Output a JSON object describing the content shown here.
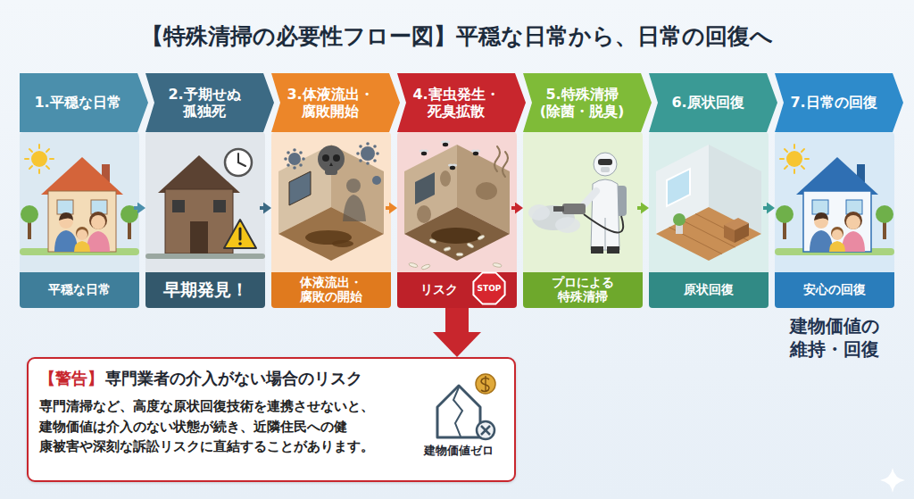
{
  "diagram": {
    "title": "【特殊清掃の必要性フロー図】平穏な日常から、日常の回復へ",
    "nodes": [
      {
        "text": [
          "1.平穏な日常",
          "平穏な日常"
        ]
      },
      {
        "text": [
          "2.予期せぬ 孤独死",
          "早期発見！"
        ]
      },
      {
        "text": [
          "3.体液流出・ 腐敗開始",
          "体液流出・ 腐敗の開始"
        ]
      },
      {
        "text": [
          "4.害虫発生・ 死臭拡散",
          "リスク"
        ]
      },
      {
        "text": [
          "5.特殊清掃 (除菌・脱臭)",
          "プロによる 特殊清掃"
        ]
      },
      {
        "text": [
          "6.原状回復",
          "原状回復"
        ]
      },
      {
        "text": [
          "7.日常の回復",
          "安心の回復"
        ]
      },
      {
        "text": [
          "【警告】",
          "専門業者の介入がない場合のリスク",
          "専門清掃など、高度な原状回復技術を連携させないと、 建物価値は介入のない状態が続き、近隣住民への健 康被害や深刻な訴訟リスクに直結することがあります。",
          "建物価値ゼロ"
        ]
      }
    ],
    "edges": [
      {
        "from": 0,
        "to": 1,
        "arrow": "to"
      },
      {
        "from": 1,
        "to": 2,
        "arrow": "to"
      },
      {
        "from": 2,
        "to": 3,
        "arrow": "to"
      },
      {
        "from": 3,
        "to": 4,
        "arrow": "to"
      },
      {
        "from": 4,
        "to": 5,
        "arrow": "to"
      },
      {
        "from": 5,
        "to": 6,
        "arrow": "to"
      },
      {
        "from": 3,
        "to": 7,
        "arrow": "to"
      }
    ],
    "labels": [
      "STOP",
      "建物価値の 維持・回復"
    ]
  }
}
